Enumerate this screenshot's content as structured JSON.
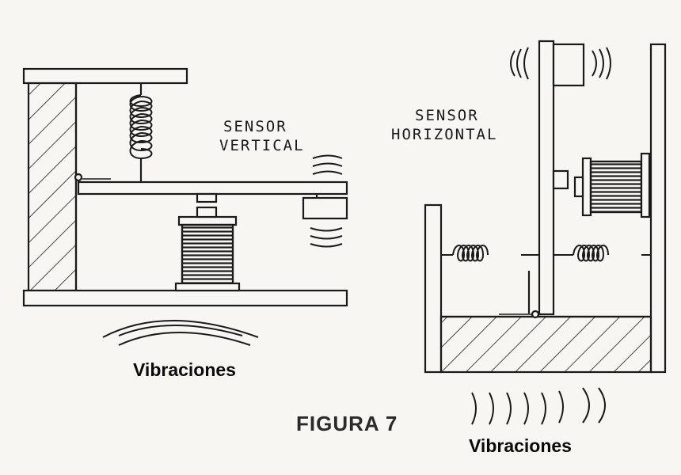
{
  "labels": {
    "sensor_vertical": [
      "SENSOR",
      "VERTICAL"
    ],
    "sensor_horizontal": [
      "SENSOR",
      "HORIZONTAL"
    ],
    "vibrations_left": "Vibraciones",
    "vibrations_right": "Vibraciones",
    "figure_title": "FIGURA 7"
  },
  "colors": {
    "ink": "#1a1a1a",
    "paper": "#f7f6f2"
  }
}
